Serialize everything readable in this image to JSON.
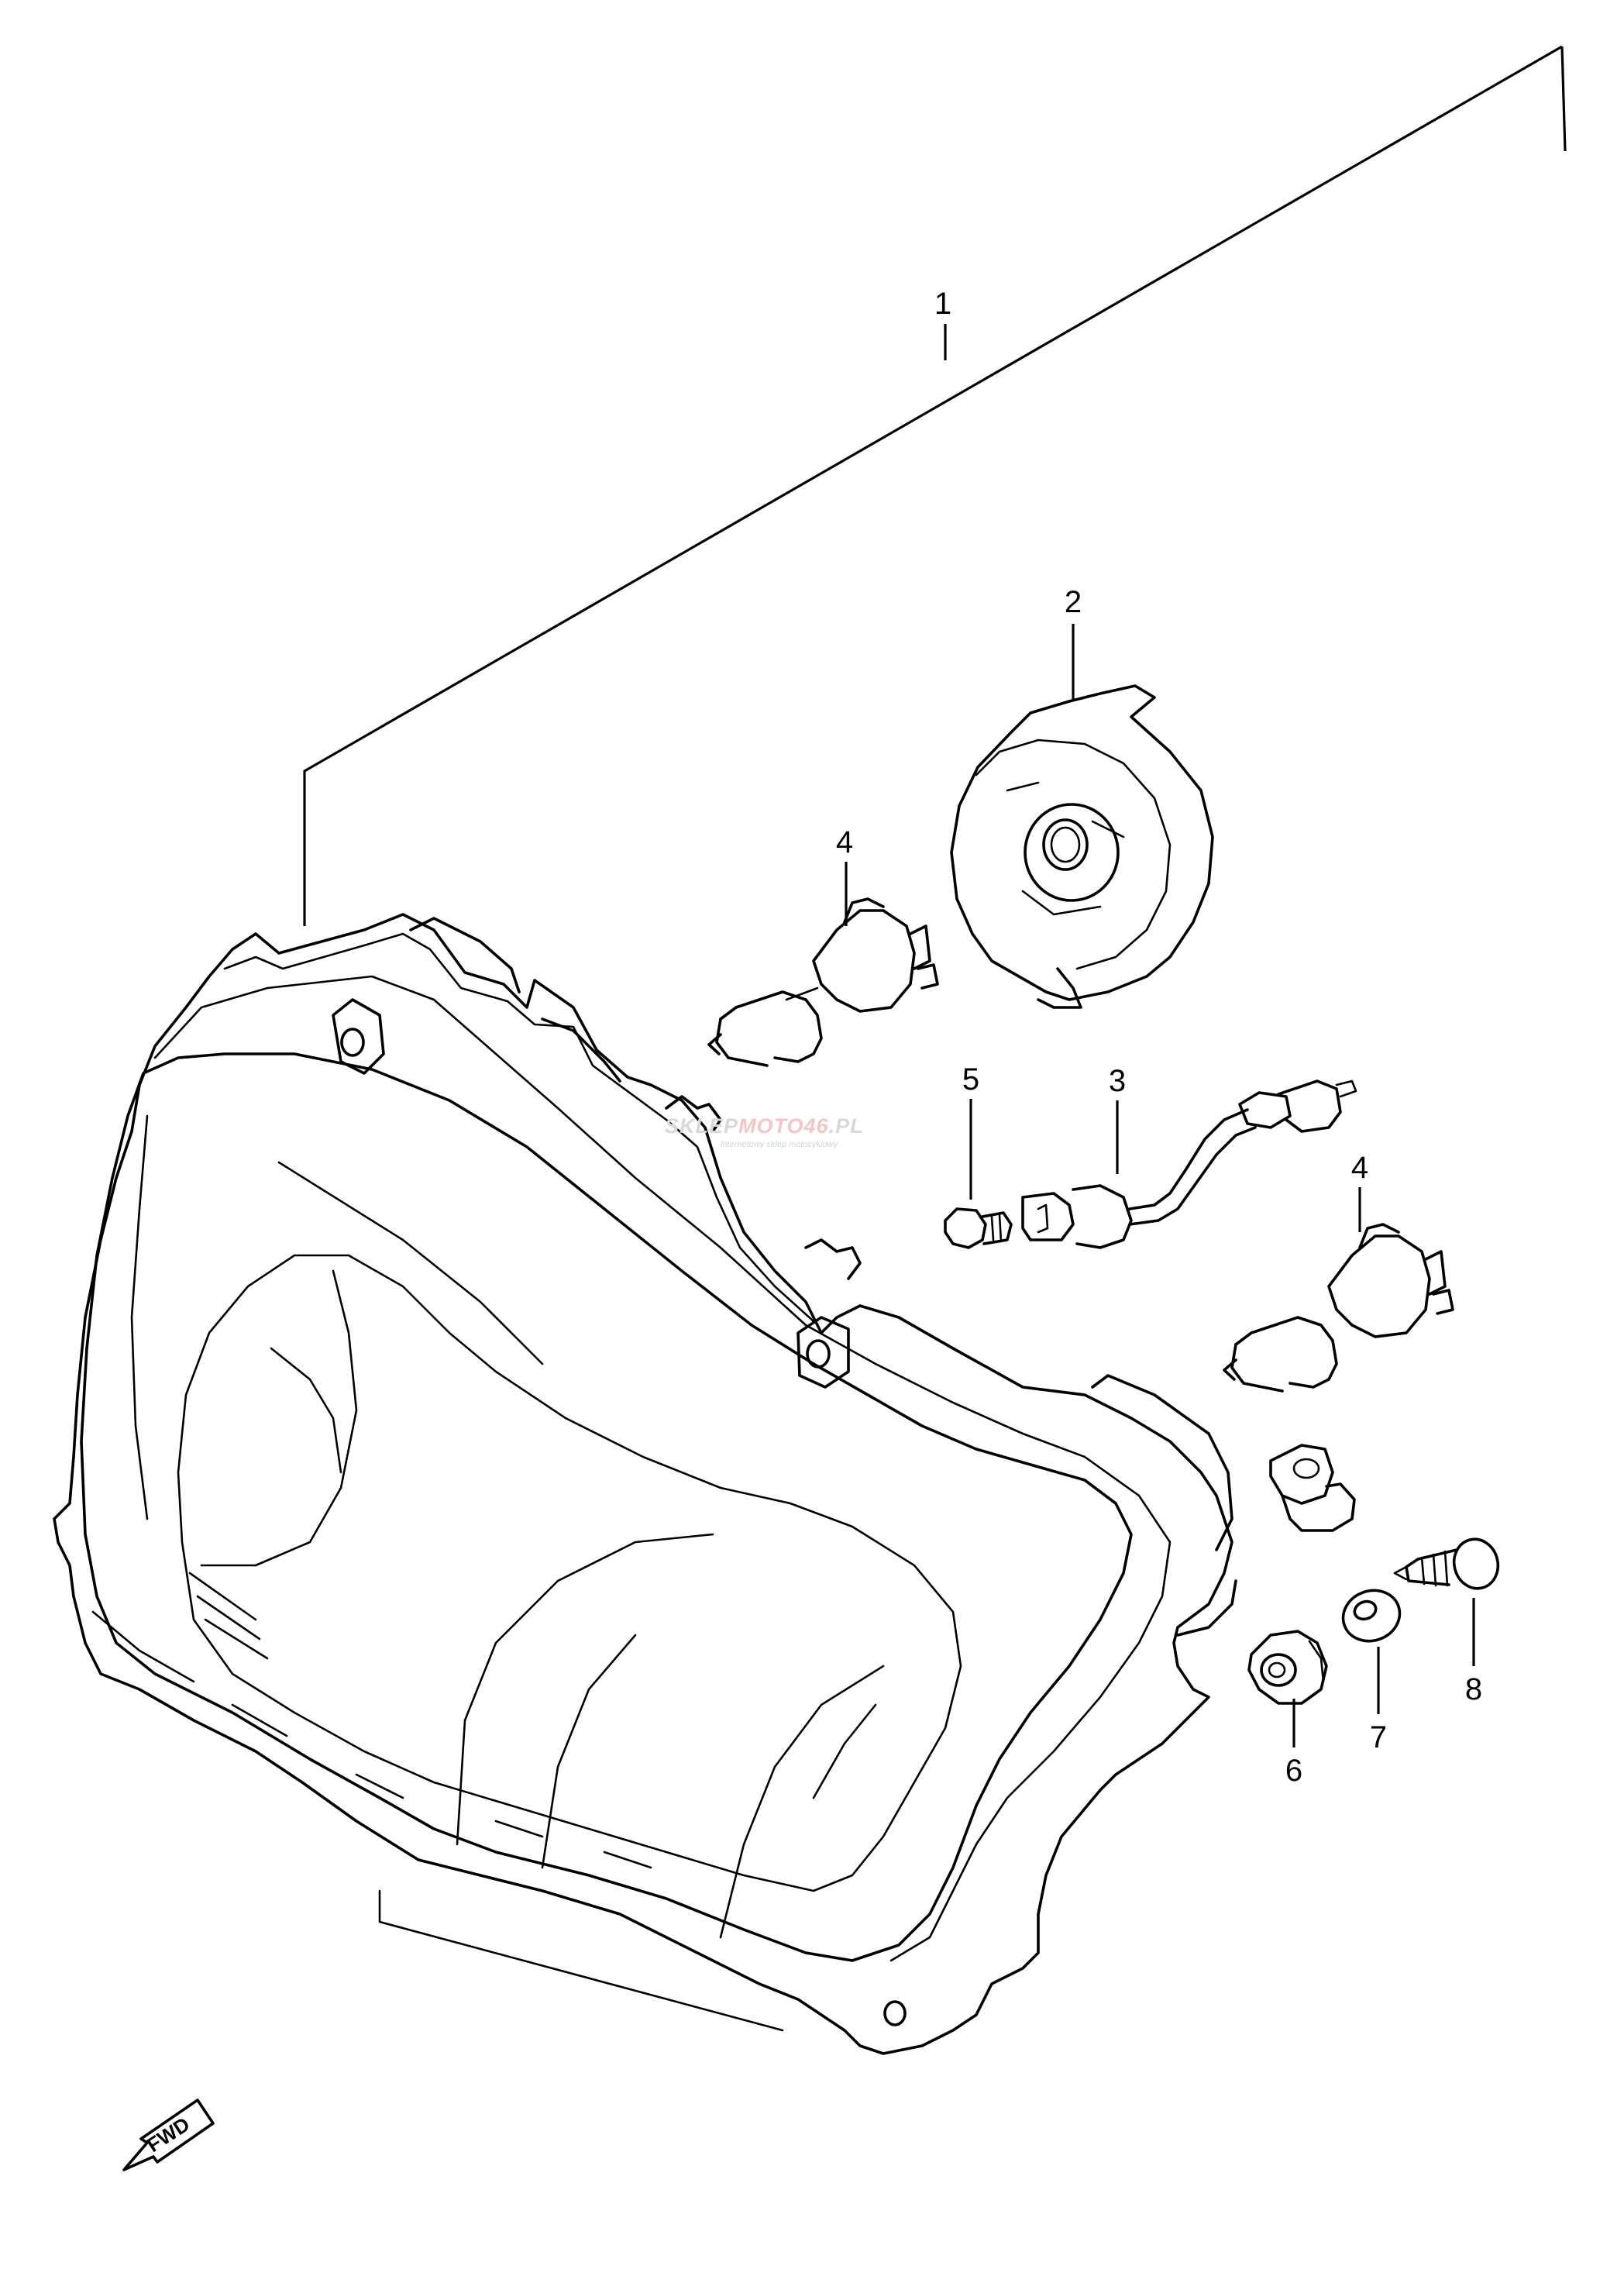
{
  "diagram": {
    "callouts": [
      "1",
      "2",
      "3",
      "4",
      "4",
      "5",
      "6",
      "7",
      "8"
    ],
    "forward_marker": "FWD"
  },
  "watermark": {
    "brand_prefix": "SKLEP",
    "brand_accent": "MOTO46",
    "brand_suffix": ".PL",
    "tagline": "internetowy sklep motocyklowy"
  },
  "colors": {
    "line": "#000000",
    "background": "#ffffff",
    "watermark_accent": "#f2c6c6"
  }
}
